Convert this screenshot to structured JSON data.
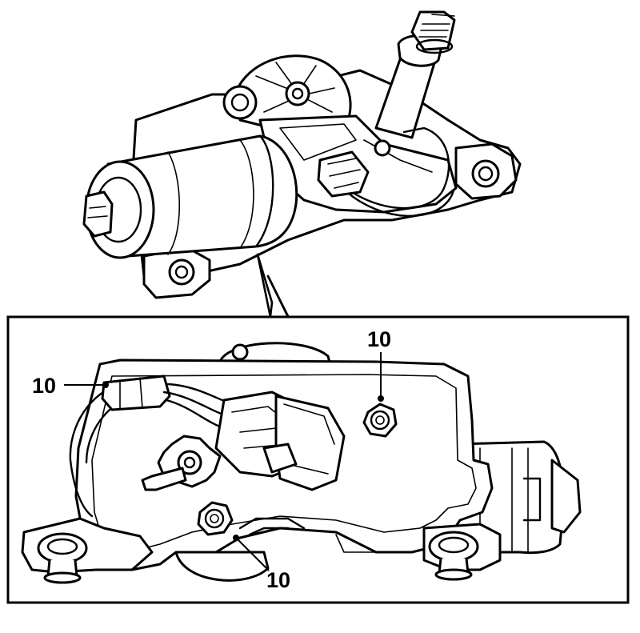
{
  "callouts": {
    "left": "10",
    "top_right": "10",
    "bottom": "10"
  }
}
